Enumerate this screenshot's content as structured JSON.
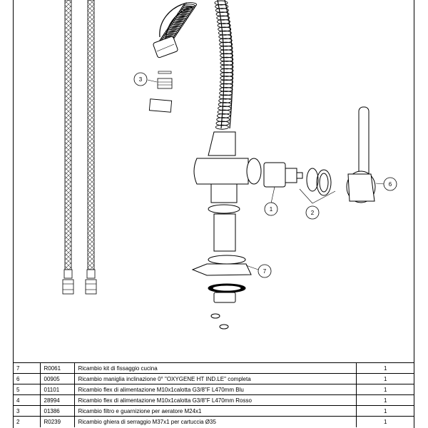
{
  "callouts": {
    "c1": "1",
    "c2": "2",
    "c3": "3",
    "c6": "6",
    "c7": "7"
  },
  "parts": [
    {
      "pos": "7",
      "code": "R0061",
      "desc": "Ricambio kit di fissaggio cucina",
      "qty": "1"
    },
    {
      "pos": "6",
      "code": "00905",
      "desc": "Ricambio maniglia inclinazione 0° \"OXYGENE HT IND.LE\" completa",
      "qty": "1"
    },
    {
      "pos": "5",
      "code": "01101",
      "desc": "Ricambio flex di alimentazione M10x1calotta G3/8\"F L470mm Blu",
      "qty": "1"
    },
    {
      "pos": "4",
      "code": "28994",
      "desc": "Ricambio flex di alimentazione M10x1calotta G3/8\"F L470mm Rosso",
      "qty": "1"
    },
    {
      "pos": "3",
      "code": "01386",
      "desc": "Ricambio filtro e guarnizione per aeratore M24x1",
      "qty": "1"
    },
    {
      "pos": "2",
      "code": "R0239",
      "desc": "Ricambio ghiera di serraggio M37x1 per cartuccia Ø35",
      "qty": "1"
    }
  ]
}
